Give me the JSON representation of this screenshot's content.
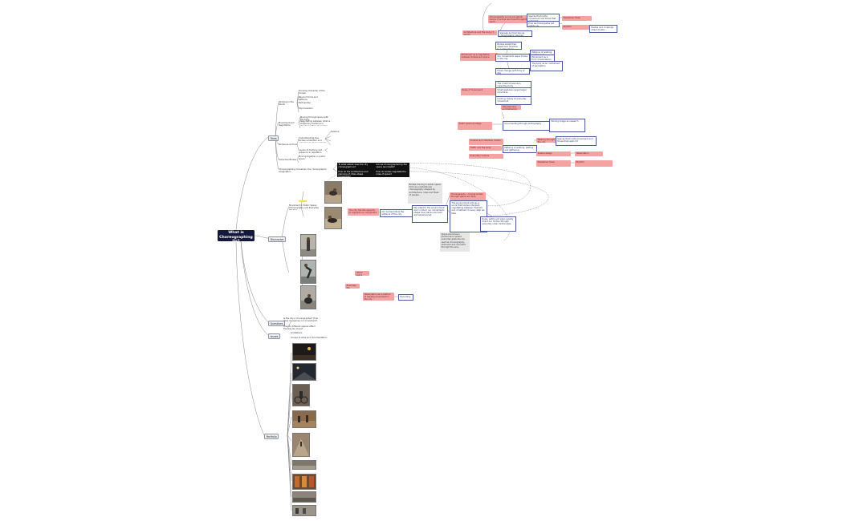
{
  "root": {
    "title": "What is Choreographing Us?"
  },
  "branches": {
    "b1": "Texts",
    "b2": "Discussion",
    "b3": "Questions",
    "b4": "Issues",
    "b5": "Portfolio"
  },
  "texts": {
    "t1": "Working in the Studio",
    "t1a": "Evolving character of the chosen",
    "t1b": "Beyond forms and patterns",
    "t1c": "Partnership",
    "t1d": "Improvisation",
    "t2": "Movement and Negotiation",
    "t2a": "Moving through space with the body",
    "t2b": "Negotiating between what is shaped by bodies and structures through motion",
    "t3": "Bodies as Archive",
    "t3a": "Understanding how bodies remember and carry traces of movement",
    "t3b": "Layers of memory and presence in repetition",
    "t3c": "Gesture",
    "t4": "Collective Bodies",
    "t4a": "Moving together in public space",
    "t5": "Choreographing Ourselves: the choreographic imagination"
  },
  "dark": {
    "d1": "To what extent does the city choreograph us?",
    "d2": "Are we choreographed by the space we inhabit?",
    "d3": "How do the architecture and planning of cities shape movement?",
    "d4": "How do bodies negotiate the rules of space?"
  },
  "discussion": {
    "q1": "Movement in Public Space: Choreography and Everyday Rhythm",
    "gray1": "Bodies moving in public space form an unintentional choreography shaped by architecture, rules and flows of people.",
    "pink1": "The city has the capacity to organize our movement",
    "box1": "Our bodies follow the patterns of the city",
    "box2": "We adapt to the environment and in return our movements shape how places are lived and experienced.",
    "pink2": "Choreography - moving bodies through space and time",
    "box3": "The environment acts as a score that bodies interpret, negotiating between freedom and constraint in every step we take.",
    "box4": "Rules, paths and signs quietly direct our motion through everyday urban landscapes.",
    "gray2": "Space becomes a performance where everyday gestures are read as choreography, observed and recorded through the lens.",
    "pink3": "Urban space",
    "pink4": "Everyday life",
    "pink5": "Observation as a method of reading movement in the city",
    "box5": "Recording"
  },
  "right": {
    "p1": "Choreography is not only about dance; it is how we move through the world",
    "p2": "Architecture and the body (T. Lynch)",
    "p3": "Movement as a negotiation between bodies and space",
    "p4": "Pedestrian flows",
    "p5": "Rhythm",
    "p6": "Rules of movement",
    "p7": "City planning and behaviour",
    "p8": "Public space as stage",
    "p9": "Crowds and collective motion",
    "p10": "Traffic and the body",
    "p11": "Walking through the city",
    "p12": "Everyday routines",
    "p13": "Spatial design",
    "p14": "Observation",
    "bx1": "Spaces that invite movement and those that restrict it",
    "bx2": "How we follow paths set out for us",
    "bx3": "Routes and crossings direct motion",
    "bx4": "Signage and barriers as choreographic devices",
    "bx5": "Bodies adapt their speed and direction to surroundings",
    "bx6": "Our movements leave traces in the city",
    "bx7": "Patterns of walking, waiting and gathering",
    "bx8": "Movement as a form of expression in public",
    "bx9": "The body as an instrument of perception",
    "bx10": "Flows change with time of day",
    "bx11": "The crowd moves as a collective body",
    "bx12": "Small gestures reveal larger structures",
    "bx13": "Looking closely at everyday movement",
    "bx14": "Documenting through photography",
    "bx15": "Moving image as research"
  },
  "questions": {
    "q1": "Is the city a choreographer? How does it organise our movement?",
    "q2": "How do different spaces affect the way we move?"
  },
  "issues": {
    "i1": "Limitations",
    "i2": "Access to sites and documentation"
  },
  "colors": {
    "root": "#14183a",
    "pink": "#f4a3a3",
    "box_border": "#4a5aa8",
    "dark": "#111111",
    "gray": "#e6e6e6",
    "line": "#555555"
  }
}
